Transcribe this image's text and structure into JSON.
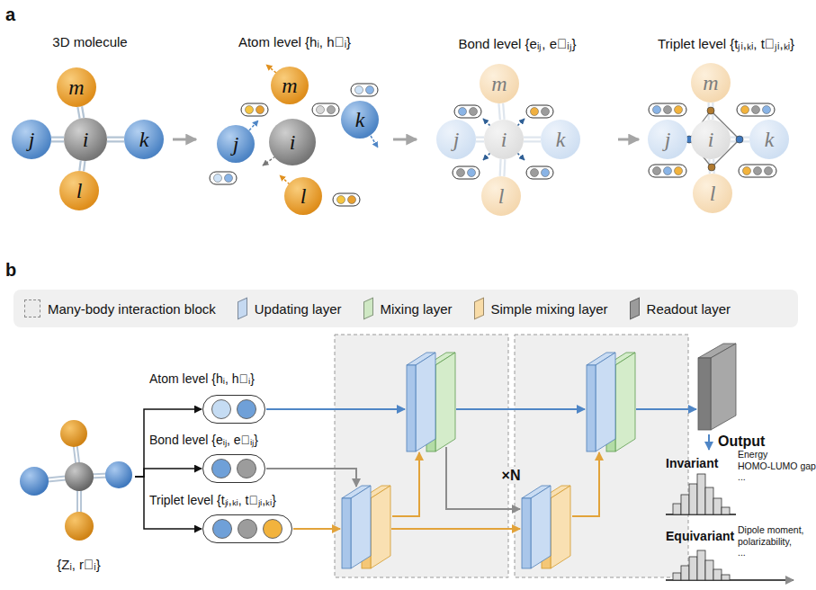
{
  "diagram": {
    "nodes": [
      {
        "text": [
          "3D molecule"
        ]
      },
      {
        "text": [
          "m"
        ],
        "in": 0
      },
      {
        "text": [
          "j"
        ],
        "in": 0
      },
      {
        "text": [
          "i"
        ],
        "in": 0
      },
      {
        "text": [
          "k"
        ],
        "in": 0
      },
      {
        "text": [
          "l"
        ],
        "in": 0
      },
      {
        "text": [
          "Atom level {hᵢ, h⃗ᵢ}"
        ]
      },
      {
        "text": [
          "m"
        ],
        "in": 6
      },
      {
        "text": [
          "j"
        ],
        "in": 6
      },
      {
        "text": [
          "i"
        ],
        "in": 6
      },
      {
        "text": [
          "k"
        ],
        "in": 6
      },
      {
        "text": [
          "l"
        ],
        "in": 6
      },
      {
        "text": [
          "Bond level {eᵢⱼ, e⃗ᵢⱼ}"
        ]
      },
      {
        "text": [
          "m"
        ],
        "in": 12
      },
      {
        "text": [
          "j"
        ],
        "in": 12
      },
      {
        "text": [
          "i"
        ],
        "in": 12
      },
      {
        "text": [
          "k"
        ],
        "in": 12
      },
      {
        "text": [
          "l"
        ],
        "in": 12
      },
      {
        "text": [
          "Triplet level {tⱼᵢ,ₖᵢ, t⃗ⱼᵢ,ₖᵢ}"
        ]
      },
      {
        "text": [
          "m"
        ],
        "in": 18
      },
      {
        "text": [
          "j"
        ],
        "in": 18
      },
      {
        "text": [
          "i"
        ],
        "in": 18
      },
      {
        "text": [
          "k"
        ],
        "in": 18
      },
      {
        "text": [
          "l"
        ],
        "in": 18
      },
      {
        "text": [
          "{Zᵢ, r⃗ᵢ}"
        ]
      },
      {
        "text": [
          "Atom level {hᵢ, h⃗ᵢ}"
        ]
      },
      {
        "text": [
          "Bond level {eᵢⱼ, e⃗ᵢⱼ}"
        ]
      },
      {
        "text": [
          "Triplet level {tⱼᵢ,ₖᵢ, t⃗ⱼᵢ,ₖᵢ}"
        ]
      }
    ],
    "edges": [
      {
        "from": 3,
        "to": 2,
        "arrow": "none"
      },
      {
        "from": 3,
        "to": 4,
        "arrow": "none"
      },
      {
        "from": 3,
        "to": 1,
        "arrow": "none"
      },
      {
        "from": 3,
        "to": 5,
        "arrow": "none"
      },
      {
        "from": 15,
        "to": 14,
        "arrow": "none"
      },
      {
        "from": 15,
        "to": 16,
        "arrow": "none"
      },
      {
        "from": 15,
        "to": 13,
        "arrow": "none"
      },
      {
        "from": 15,
        "to": 17,
        "arrow": "none"
      },
      {
        "from": 21,
        "to": 20,
        "arrow": "none"
      },
      {
        "from": 21,
        "to": 22,
        "arrow": "none"
      },
      {
        "from": 21,
        "to": 19,
        "arrow": "none"
      },
      {
        "from": 21,
        "to": 23,
        "arrow": "none"
      },
      {
        "from": 0,
        "to": 6,
        "arrow": "to"
      },
      {
        "from": 6,
        "to": 12,
        "arrow": "to"
      },
      {
        "from": 12,
        "to": 18,
        "arrow": "to"
      },
      {
        "from": 24,
        "to": 25,
        "arrow": "to"
      },
      {
        "from": 24,
        "to": 26,
        "arrow": "to"
      },
      {
        "from": 24,
        "to": 27,
        "arrow": "to"
      }
    ],
    "labels": [
      "a",
      "b",
      "×N",
      "Output",
      "Invariant",
      "Energy",
      "HOMO-LUMO gap",
      "...",
      "Equivariant",
      "Dipole moment,",
      "polarizability,",
      "..."
    ],
    "legend": [
      {
        "text": "Many-body interaction block",
        "color": "#ececec"
      },
      {
        "text": "Updating layer",
        "color": "#c5d9f1"
      },
      {
        "text": "Mixing layer",
        "color": "#cfe8c4"
      },
      {
        "text": "Simple mixing layer",
        "color": "#f8dca8"
      },
      {
        "text": "Readout layer",
        "color": "#9b9b9b"
      }
    ]
  }
}
